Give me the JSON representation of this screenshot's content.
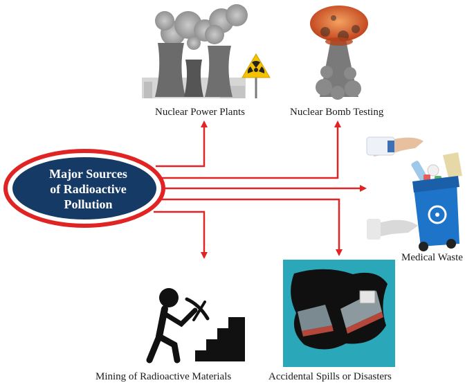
{
  "center": {
    "lines": [
      "Major Sources",
      "of Radioactive",
      "Pollution"
    ]
  },
  "sources": {
    "power_plants": "Nuclear Power Plants",
    "bomb_testing": "Nuclear Bomb Testing",
    "medical_waste": "Medical Waste",
    "mining": "Mining of Radioactive Materials",
    "spills": "Accidental Spills or Disasters"
  },
  "colors": {
    "arrow": "#e02424",
    "ellipse_fill": "#163a66",
    "ellipse_ring": "#e02424",
    "water": "#2aa7b8"
  },
  "icons": {
    "power_plants": "cooling-towers-icon",
    "bomb_testing": "mushroom-cloud-icon",
    "medical_waste": "biohazard-bin-icon",
    "mining": "miner-with-pickaxe-icon",
    "spills": "oil-spill-ship-icon"
  }
}
